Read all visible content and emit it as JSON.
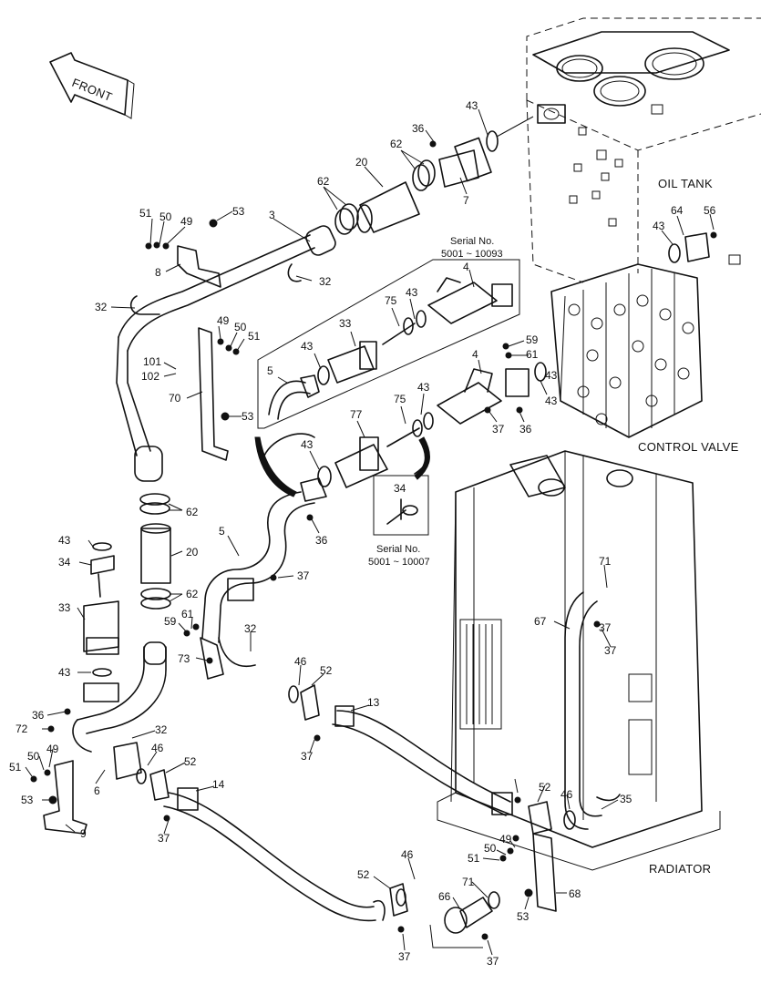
{
  "direction_label": "FRONT",
  "component_labels": {
    "oil_tank": "OIL TANK",
    "control_valve": "CONTROL VALVE",
    "radiator": "RADIATOR"
  },
  "serial_boxes": [
    {
      "title": "Serial No.",
      "range": "5001 ~ 10093"
    },
    {
      "title": "Serial No.",
      "range": "5001 ~ 10007"
    }
  ],
  "callouts": [
    "43",
    "36",
    "62",
    "20",
    "7",
    "51",
    "50",
    "49",
    "53",
    "3",
    "62",
    "32",
    "8",
    "32",
    "49",
    "50",
    "51",
    "101",
    "102",
    "70",
    "53",
    "4",
    "75",
    "43",
    "33",
    "43",
    "5",
    "59",
    "61",
    "4",
    "43",
    "75",
    "43",
    "77",
    "37",
    "36",
    "43",
    "34",
    "36",
    "5",
    "37",
    "62",
    "20",
    "43",
    "34",
    "62",
    "61",
    "59",
    "33",
    "73",
    "43",
    "32",
    "36",
    "72",
    "32",
    "46",
    "52",
    "46",
    "52",
    "13",
    "50",
    "51",
    "49",
    "6",
    "53",
    "9",
    "37",
    "14",
    "37",
    "52",
    "46",
    "67",
    "71",
    "37",
    "35",
    "49",
    "50",
    "51",
    "71",
    "52",
    "46",
    "66",
    "53",
    "68",
    "37",
    "37",
    "64",
    "56",
    "43",
    "43",
    "37"
  ]
}
